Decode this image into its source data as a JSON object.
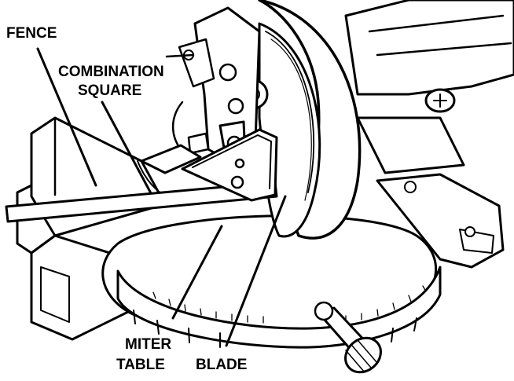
{
  "labels": {
    "fence": "FENCE",
    "combination_square_line1": "COMBINATION",
    "combination_square_line2": "SQUARE",
    "miter_table_line1": "MITER",
    "miter_table_line2": "TABLE",
    "blade": "BLADE"
  },
  "colors": {
    "ink": "#000000",
    "paper": "#ffffff"
  }
}
